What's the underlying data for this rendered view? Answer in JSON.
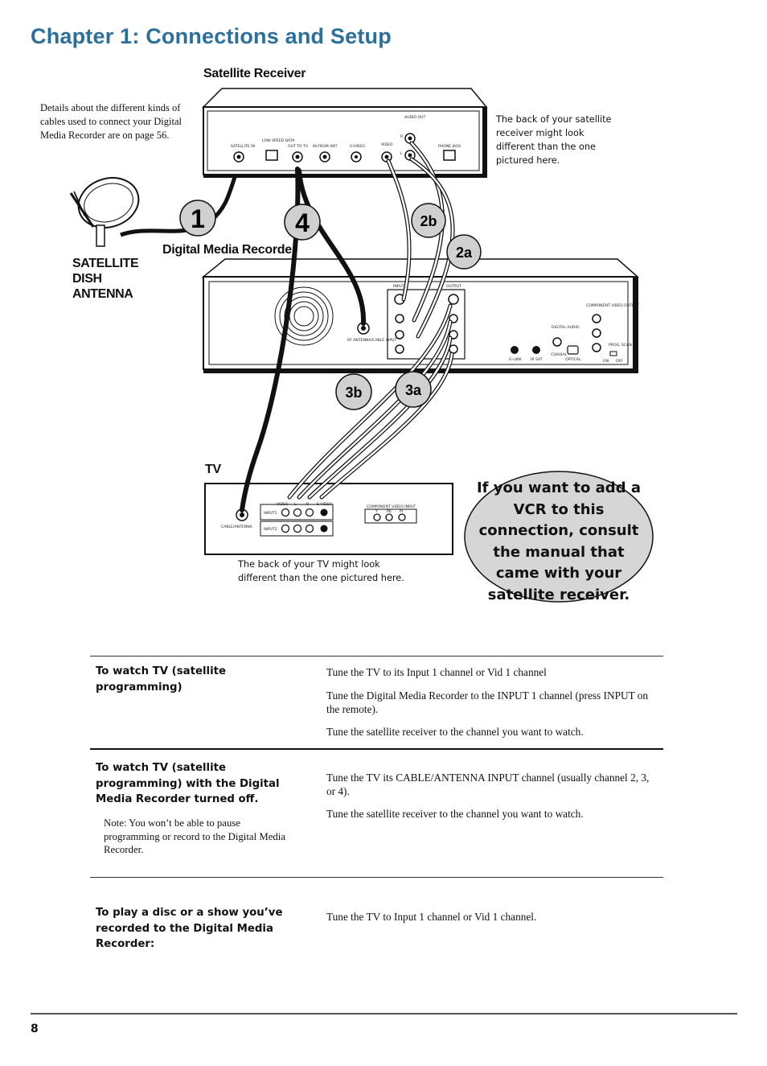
{
  "header": {
    "chapter_title": "Chapter 1: Connections and Setup"
  },
  "diagram": {
    "satellite_receiver_title": "Satellite Receiver",
    "digital_media_recorder_title": "Digital Media Recorder",
    "tv_title": "TV",
    "dish_label_lines": [
      "SATELLITE",
      "DISH",
      "ANTENNA"
    ],
    "cables_note": "Details about the different kinds of cables used to connect your Digital Media Recorder are on page 56.",
    "receiver_note": "The back of your satellite receiver might look different than the one pictured here.",
    "tv_note": "The back of your TV might look different than the one pictured here.",
    "callout": "If you want to add a VCR to this connection, consult the manual that came with your satellite receiver.",
    "steps": [
      "1",
      "4",
      "2b",
      "2a",
      "3b",
      "3a"
    ],
    "receiver_jacks": {
      "satellite_in": "SATELLITE IN",
      "low_speed_data": "LOW SPEED DATA",
      "out_to_tv": "OUT TO TV",
      "in_from_ant": "IN FROM ANT",
      "s_video": "S-VIDEO",
      "video": "VIDEO",
      "audio_out": "AUDIO OUT",
      "r": "R",
      "l": "L",
      "phone_jack": "PHONE JACK"
    },
    "recorder_jacks": {
      "input": "INPUT",
      "output": "OUTPUT",
      "rf_antenna": "RF ANTENNA/CABLE INPUT",
      "g_link": "G-LINK",
      "ir_sat": "IR SAT",
      "digital_audio": "DIGITAL AUDIO",
      "coaxial": "COAXIAL",
      "optical": "OPTICAL",
      "component_video_output": "COMPONENT VIDEO OUTPUT",
      "prog_scan": "PROG. SCAN",
      "on": "ON",
      "off": "OFF"
    },
    "tv_jacks": {
      "cable_antenna": "CABLE/ANTENNA",
      "input1": "INPUT1",
      "input2": "INPUT2",
      "video": "VIDEO",
      "l": "L",
      "r": "R",
      "s_video": "S-VIDEO",
      "component_video_input": "COMPONENT VIDEO INPUT",
      "y": "Y",
      "pb": "Pb",
      "pr": "Pr"
    }
  },
  "instructions": [
    {
      "heading": "To watch TV (satellite programming)",
      "note": "",
      "steps": [
        "Tune the TV to its Input 1 channel or Vid 1 channel",
        "Tune the Digital Media Recorder to the INPUT 1 channel (press INPUT on the remote).",
        "Tune the satellite receiver to the channel you want to watch."
      ]
    },
    {
      "heading": "To watch TV (satellite programming) with the Digital Media Recorder turned off.",
      "note": "Note: You won’t be able to pause programming or record to the Digital Media Recorder.",
      "steps": [
        "Tune the TV its CABLE/ANTENNA INPUT channel (usually channel 2, 3, or 4).",
        "Tune the satellite receiver to the channel you want to watch."
      ]
    },
    {
      "heading": "To play a disc or a show you’ve recorded to the Digital Media Recorder:",
      "note": "",
      "steps": [
        "Tune the TV to Input 1 channel or Vid 1 channel."
      ]
    }
  ],
  "footer": {
    "page_number": "8"
  }
}
